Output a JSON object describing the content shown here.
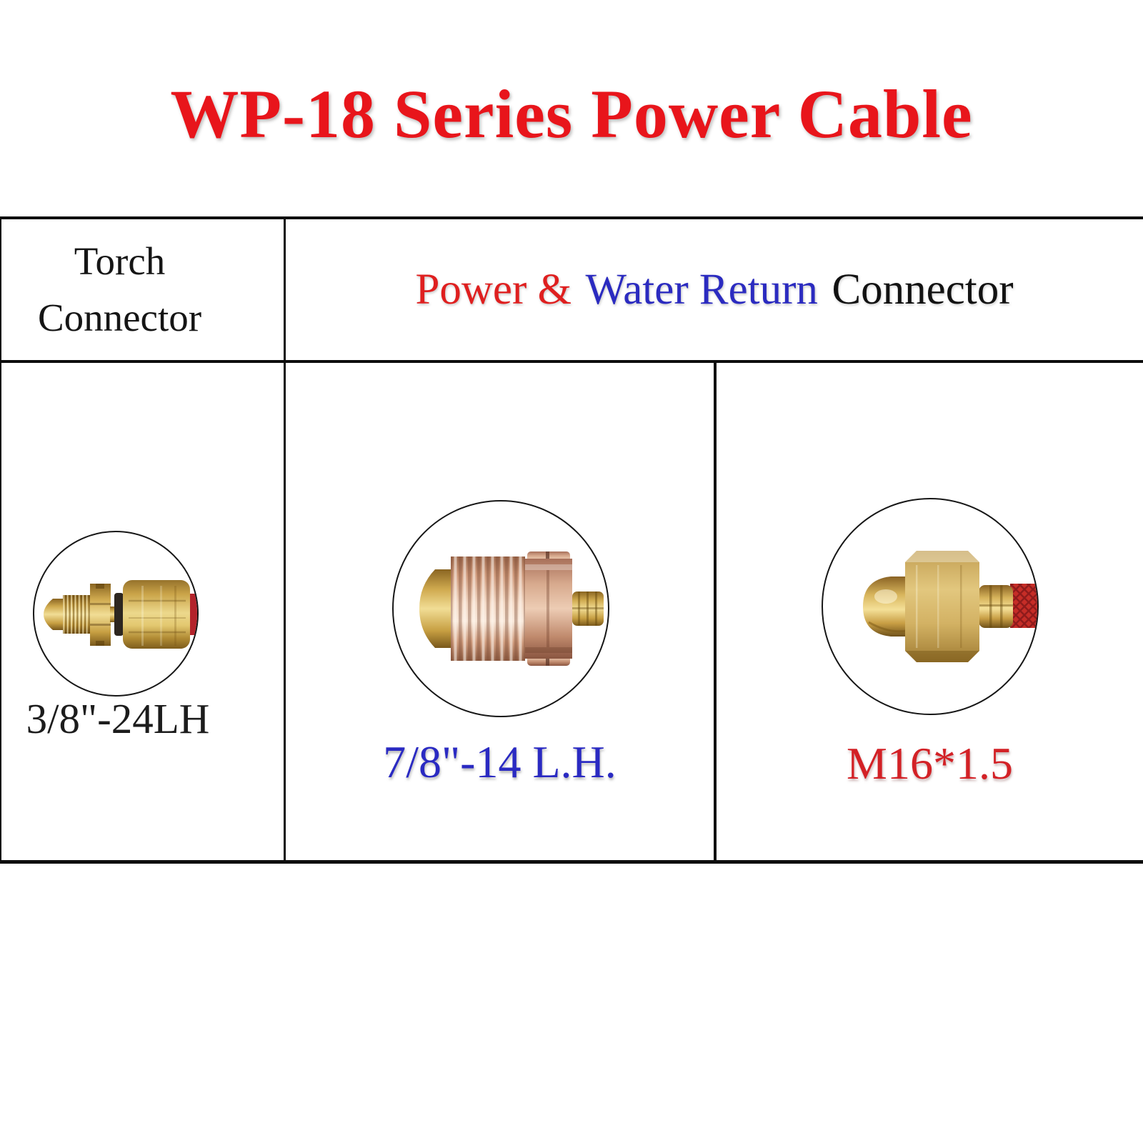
{
  "title": {
    "text": "WP-18 Series Power Cable",
    "color": "#e8151b"
  },
  "table": {
    "header": {
      "torch_line1": "Torch",
      "torch_line2": "Connector",
      "power_segment": "Power &",
      "water_segment": "Water Return",
      "connector_segment": "Connector",
      "power_color": "#df1f1f",
      "water_color": "#2b2bc0",
      "connector_color": "#121212"
    },
    "cells": {
      "torch": {
        "label": "3/8\"-24LH",
        "label_color": "#1c1c1c",
        "photo_icon": "torch-connector-photo"
      },
      "power": {
        "label": "7/8\"-14 L.H.",
        "label_color": "#2a2ac2",
        "photo_icon": "power-connector-photo"
      },
      "water_return": {
        "label": "M16*1.5",
        "label_color": "#d32126",
        "photo_icon": "water-return-connector-photo"
      }
    }
  },
  "materials": {
    "brass": "#cfa94e",
    "copper": "#e8c3ab",
    "cable_red": "#c62d27"
  }
}
